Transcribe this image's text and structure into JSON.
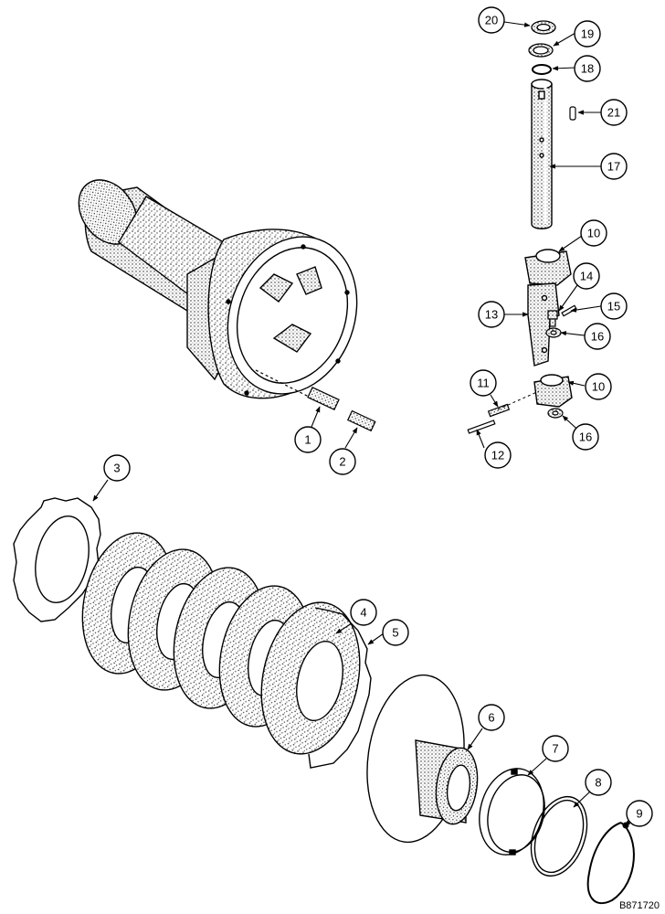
{
  "diagram": {
    "reference_code": "B871720",
    "callouts": [
      {
        "id": "c1",
        "label": "1"
      },
      {
        "id": "c2",
        "label": "2"
      },
      {
        "id": "c3",
        "label": "3"
      },
      {
        "id": "c4",
        "label": "4"
      },
      {
        "id": "c5",
        "label": "5"
      },
      {
        "id": "c6",
        "label": "6"
      },
      {
        "id": "c7",
        "label": "7"
      },
      {
        "id": "c8",
        "label": "8"
      },
      {
        "id": "c9",
        "label": "9"
      },
      {
        "id": "c10a",
        "label": "10"
      },
      {
        "id": "c10b",
        "label": "10"
      },
      {
        "id": "c11",
        "label": "11"
      },
      {
        "id": "c12",
        "label": "12"
      },
      {
        "id": "c13",
        "label": "13"
      },
      {
        "id": "c14",
        "label": "14"
      },
      {
        "id": "c15",
        "label": "15"
      },
      {
        "id": "c16a",
        "label": "16"
      },
      {
        "id": "c16b",
        "label": "16"
      },
      {
        "id": "c17",
        "label": "17"
      },
      {
        "id": "c18",
        "label": "18"
      },
      {
        "id": "c19",
        "label": "19"
      },
      {
        "id": "c20",
        "label": "20"
      },
      {
        "id": "c21",
        "label": "21"
      }
    ]
  }
}
